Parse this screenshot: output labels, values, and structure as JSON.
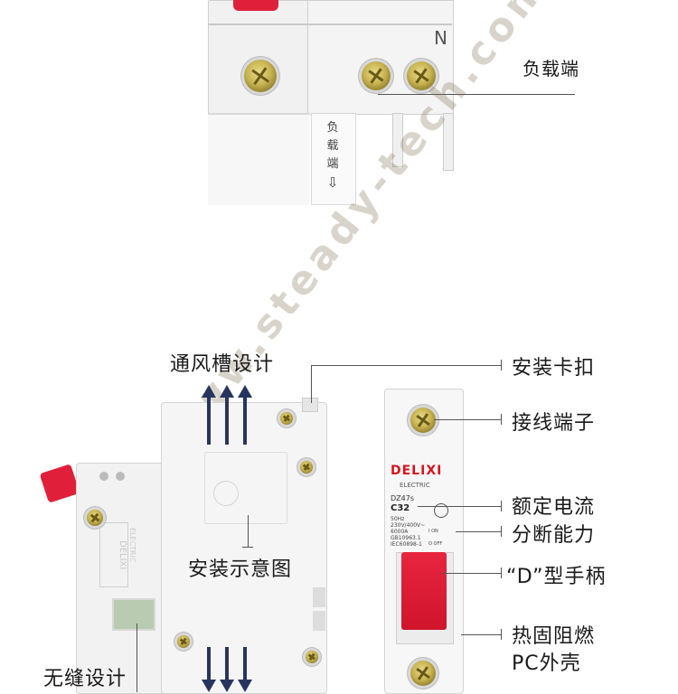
{
  "top_section": {
    "n_label": "N",
    "load_side_label": "负载端",
    "vertical_label_chars": [
      "负",
      "载",
      "端"
    ],
    "down_arrow_icon": "down-arrow-icon"
  },
  "watermark": "www.steady-tech.com",
  "side_breaker": {
    "brand_vertical": "DELIXI",
    "brand_sub": "ELECTRIC"
  },
  "front_breaker": {
    "brand": "DELIXI",
    "brand_sub": "ELECTRIC",
    "model": "DZ47s",
    "rating": "C32",
    "spec_lines": [
      "50Hz",
      "230V/400V~",
      "6000A",
      "GB10963.1",
      "IEC60898-1"
    ],
    "switch_state_on": "I ON",
    "switch_state_off": "O OFF"
  },
  "callouts": {
    "ventilation": "通风槽设计",
    "install_diagram": "安装示意图",
    "seamless": "无缝设计",
    "clip": "安装卡扣",
    "terminal": "接线端子",
    "rated_current": "额定电流",
    "breaking_capacity": "分断能力",
    "handle": "“D”型手柄",
    "shell_line1": "热固阻燃",
    "shell_line2": "PC外壳"
  },
  "colors": {
    "handle_red": "#e0203a",
    "brand_red": "#d6141f",
    "arrow_navy": "#27355e"
  }
}
